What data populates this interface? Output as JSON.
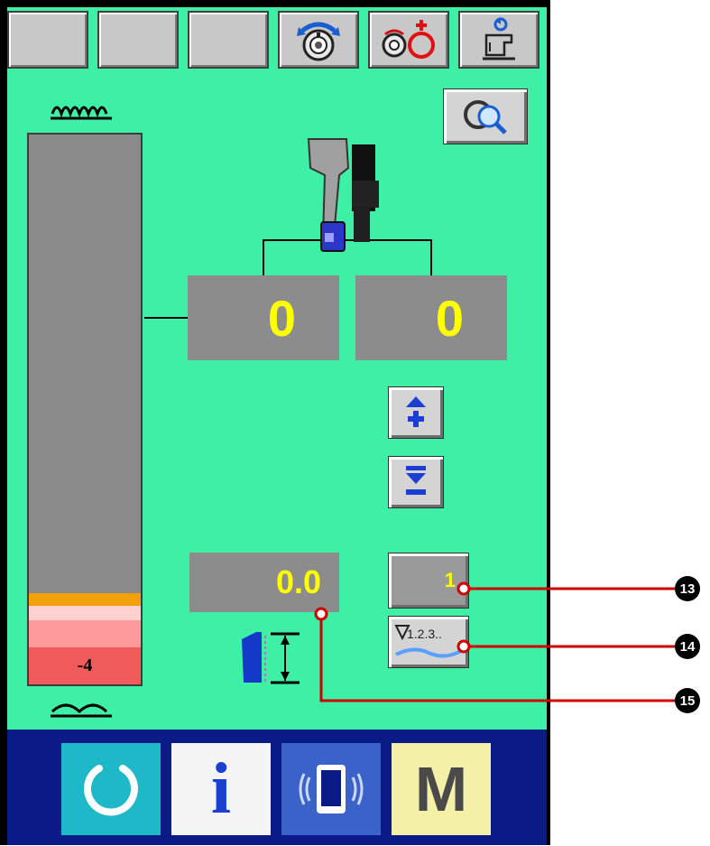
{
  "top_toolbar": {
    "buttons": [
      {
        "id": "blank-1",
        "icon": ""
      },
      {
        "id": "blank-2",
        "icon": ""
      },
      {
        "id": "blank-3",
        "icon": ""
      },
      {
        "id": "bobbin-counter",
        "icon": "bobbin-counter-icon"
      },
      {
        "id": "bobbin-reset",
        "icon": "bobbin-reset-icon"
      },
      {
        "id": "machine-settings",
        "icon": "sewing-machine-icon"
      }
    ]
  },
  "zoom_button": {
    "icon": "magnifier-zoom-icon"
  },
  "gauge": {
    "value_label": "-4",
    "upper_symbol": "high-tension-wave-symbol",
    "lower_symbol": "low-tension-wave-symbol",
    "colors": {
      "orange": "#f3a10a",
      "pink_light": "#ffd0d0",
      "pink": "#ff9a9a",
      "red": "#f05a5a"
    }
  },
  "presser_values": {
    "left": "0",
    "right": "0"
  },
  "stepper": {
    "plus_icon": "arrow-up-plus-icon",
    "minus_icon": "arrow-down-minus-icon"
  },
  "bottom_value": "0.0",
  "counter_value": "1",
  "sequence_button": {
    "label": "1.2.3.."
  },
  "callouts": [
    "13",
    "14",
    "15"
  ],
  "bottom_bar": {
    "items": [
      {
        "id": "ready",
        "icon": "ready-circle-icon"
      },
      {
        "id": "info",
        "label": "i"
      },
      {
        "id": "communication",
        "icon": "communication-icon"
      },
      {
        "id": "mode",
        "label": "M"
      }
    ]
  },
  "colors": {
    "screen_bg": "#3ef0a6",
    "bottom_bg": "#0a1a86",
    "value_text": "#ffff00",
    "callout_line": "#d00000"
  }
}
